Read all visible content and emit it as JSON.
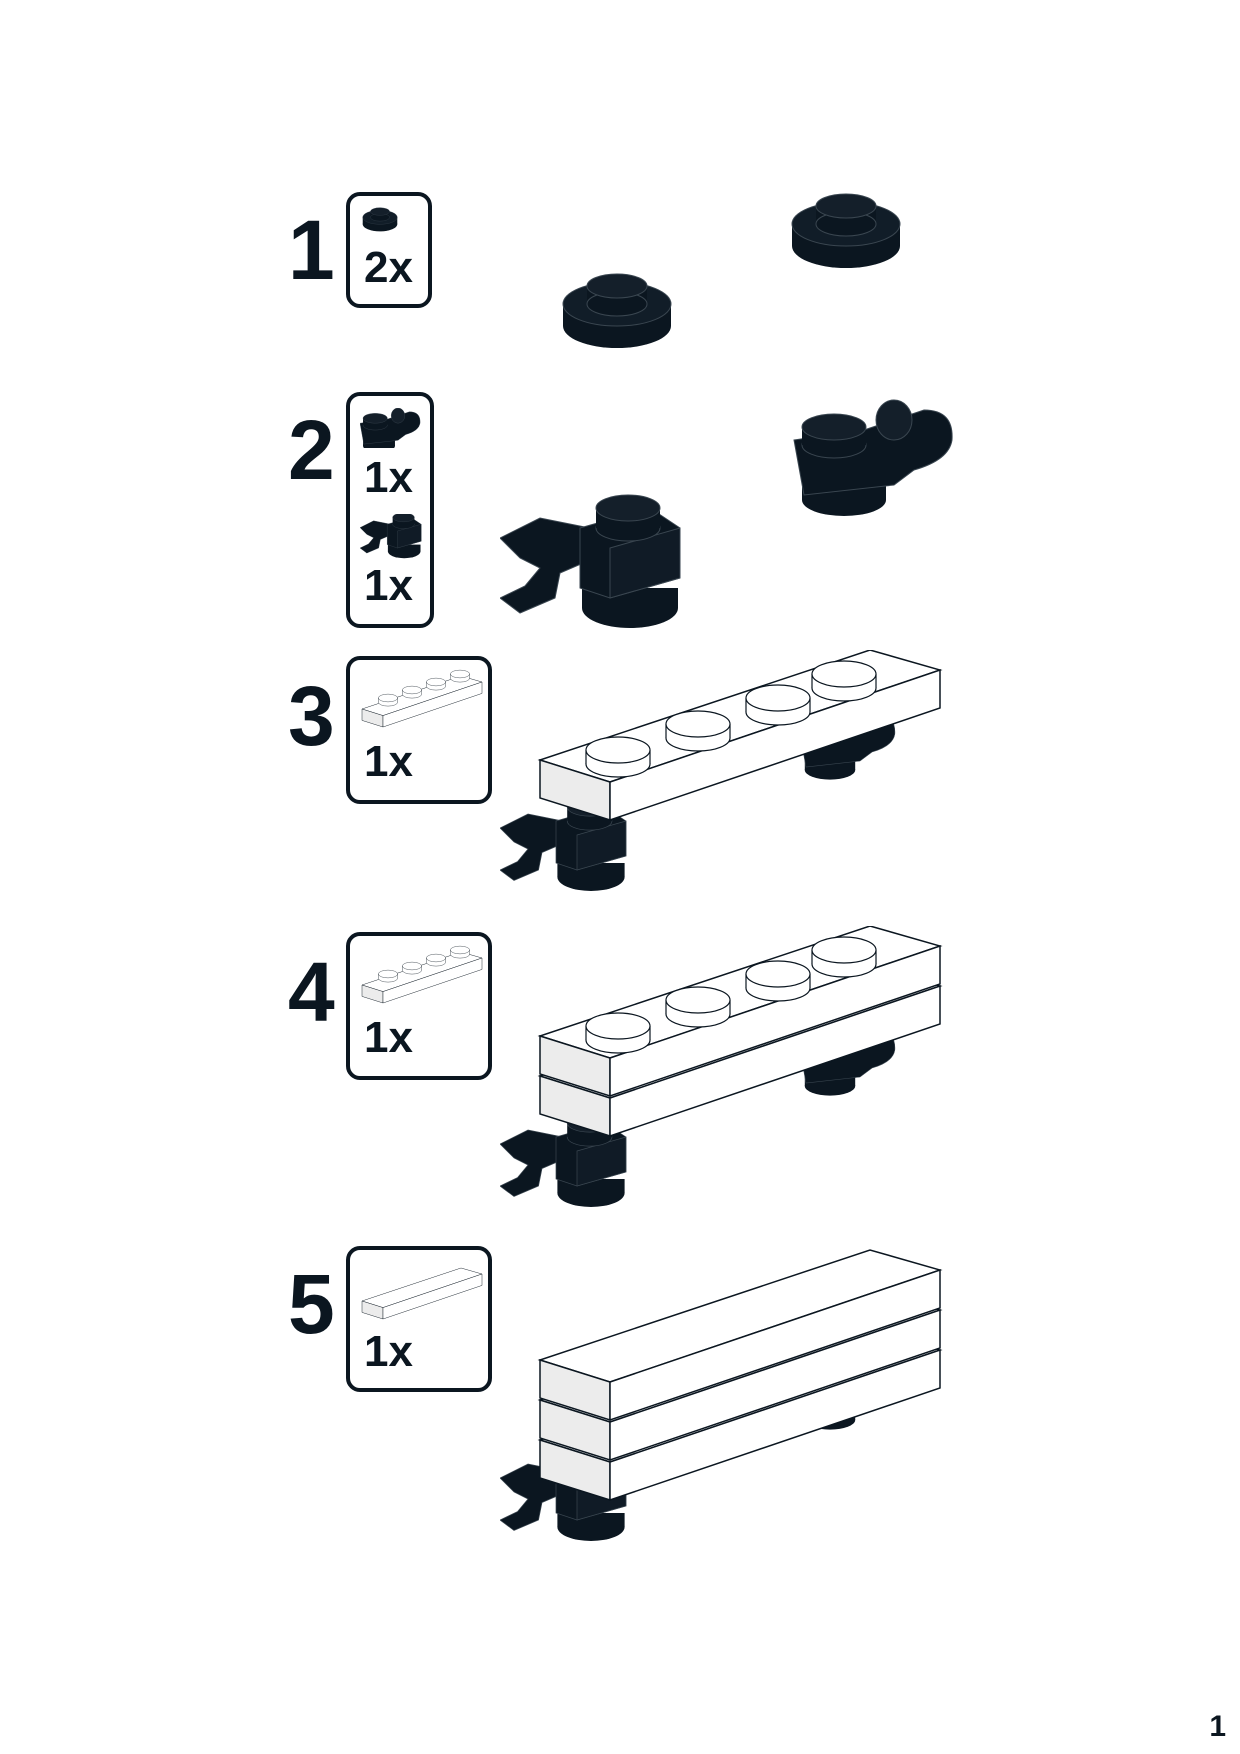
{
  "page": {
    "number": "1"
  },
  "colors": {
    "black_part": "#0b1620",
    "white_part": "#ffffff",
    "outline": "#0b1620",
    "side_shade": "#e6e6e6"
  },
  "steps": [
    {
      "number": "1",
      "parts": [
        {
          "icon": "round-plate-1x1-black-icon",
          "qty": "2x"
        }
      ]
    },
    {
      "number": "2",
      "parts": [
        {
          "icon": "plate-with-bar-handle-black-icon",
          "qty": "1x"
        },
        {
          "icon": "plate-with-clip-black-icon",
          "qty": "1x"
        }
      ]
    },
    {
      "number": "3",
      "parts": [
        {
          "icon": "plate-1x4-white-icon",
          "qty": "1x"
        }
      ]
    },
    {
      "number": "4",
      "parts": [
        {
          "icon": "plate-1x4-white-icon",
          "qty": "1x"
        }
      ]
    },
    {
      "number": "5",
      "parts": [
        {
          "icon": "tile-1x4-white-icon",
          "qty": "1x"
        }
      ]
    }
  ]
}
